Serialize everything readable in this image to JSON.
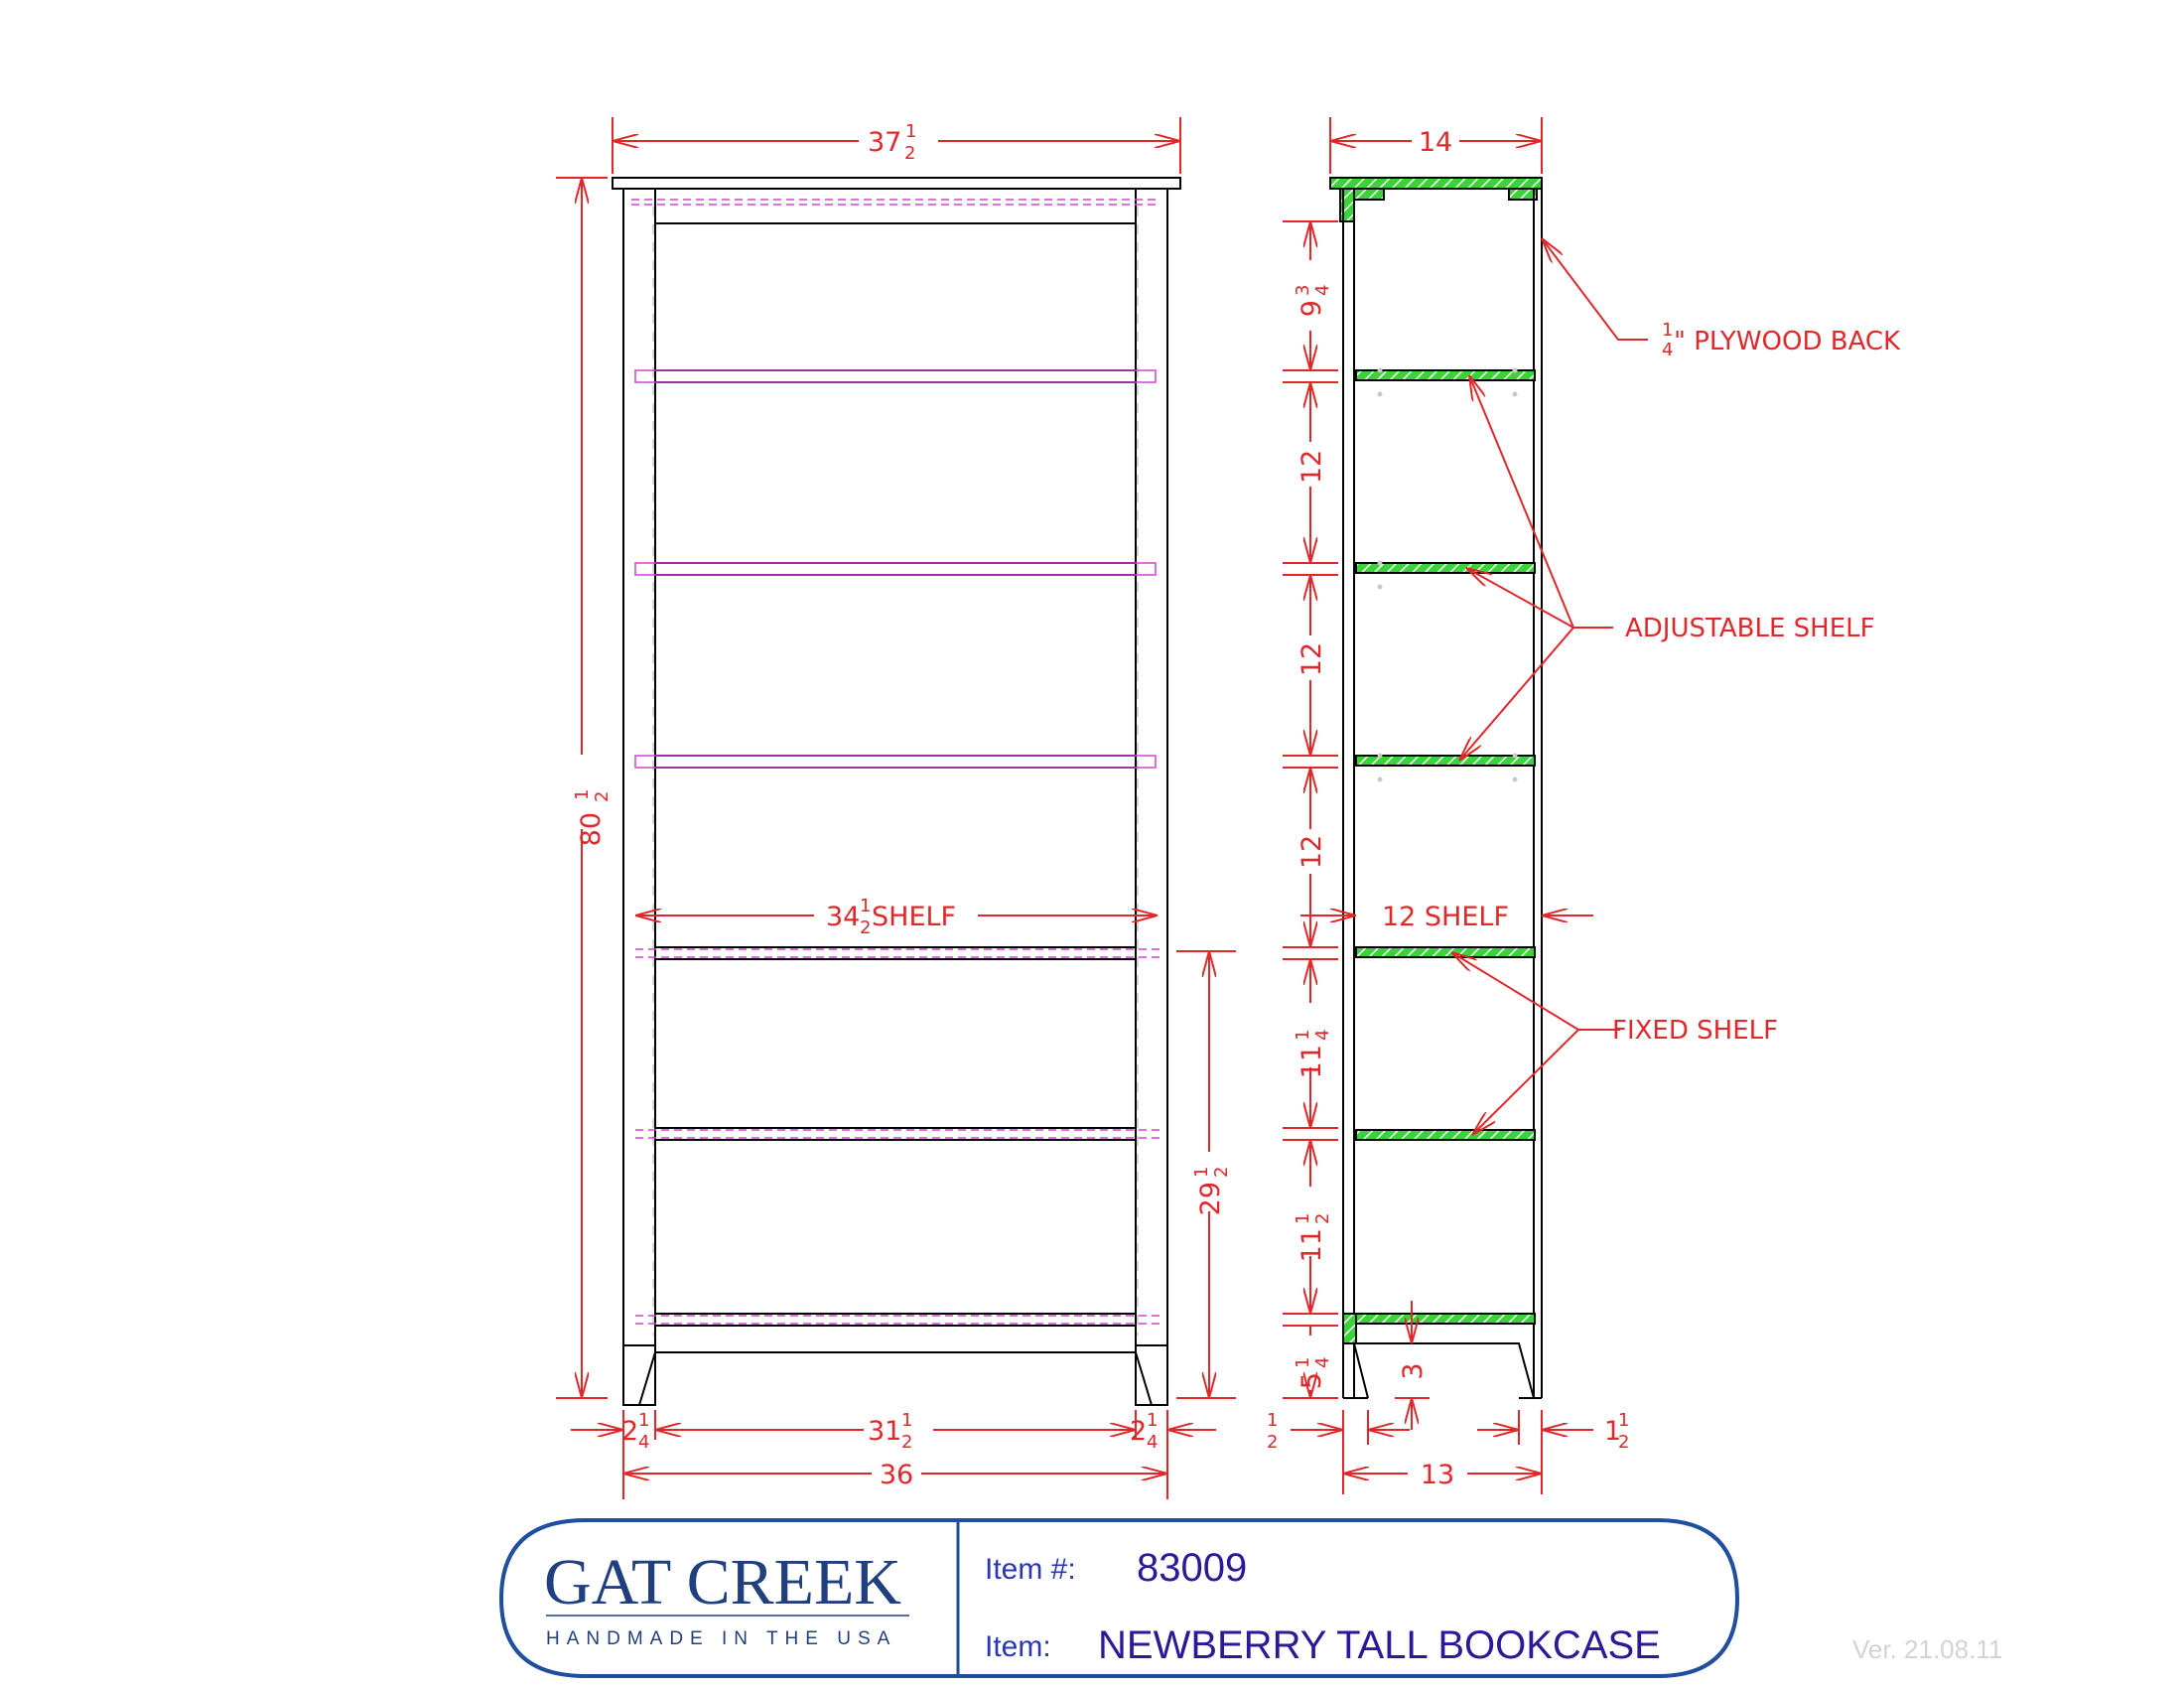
{
  "front": {
    "overall_width": {
      "whole": "37",
      "num": "1",
      "den": "2"
    },
    "height": {
      "whole": "80",
      "num": "1",
      "den": "2"
    },
    "shelf": {
      "whole": "34",
      "num": "1",
      "den": "2",
      "suffix": " SHELF"
    },
    "lower_height": {
      "whole": "29",
      "num": "1",
      "den": "2"
    },
    "side_left": {
      "whole": "2",
      "num": "1",
      "den": "4"
    },
    "inner_width": {
      "whole": "31",
      "num": "1",
      "den": "2"
    },
    "side_right": {
      "whole": "2",
      "num": "1",
      "den": "4"
    },
    "outer_width": "36"
  },
  "side": {
    "depth": "14",
    "gap1": {
      "whole": "9",
      "num": "3",
      "den": "4"
    },
    "gap2": "12",
    "gap3": "12",
    "gap4": "12",
    "shelf_depth": "12 SHELF",
    "gap5": {
      "whole": "11",
      "num": "1",
      "den": "4"
    },
    "gap6": {
      "whole": "11",
      "num": "1",
      "den": "2"
    },
    "base": {
      "whole": "5",
      "num": "1",
      "den": "4"
    },
    "foot": "3",
    "left_offset": {
      "num": "1",
      "den": "2"
    },
    "right_offset": {
      "whole": "1",
      "num": "1",
      "den": "2"
    },
    "bottom_depth": "13"
  },
  "notes": {
    "back": {
      "num": "1",
      "den": "4",
      "text": "\" PLYWOOD BACK"
    },
    "adjustable": "ADJUSTABLE SHELF",
    "fixed": "FIXED SHELF"
  },
  "title_block": {
    "brand": "GAT CREEK",
    "tagline": "HANDMADE IN THE USA",
    "item_no_label": "Item #:",
    "item_no": "83009",
    "item_label": "Item:",
    "item_name": "NEWBERRY TALL BOOKCASE"
  },
  "version": "Ver. 21.08.11",
  "colors": {
    "dimension": "#e0282a",
    "shelf_pin": "#d640d6",
    "hatch": "#3ad43a",
    "title_blue": "#1f4f9f"
  }
}
